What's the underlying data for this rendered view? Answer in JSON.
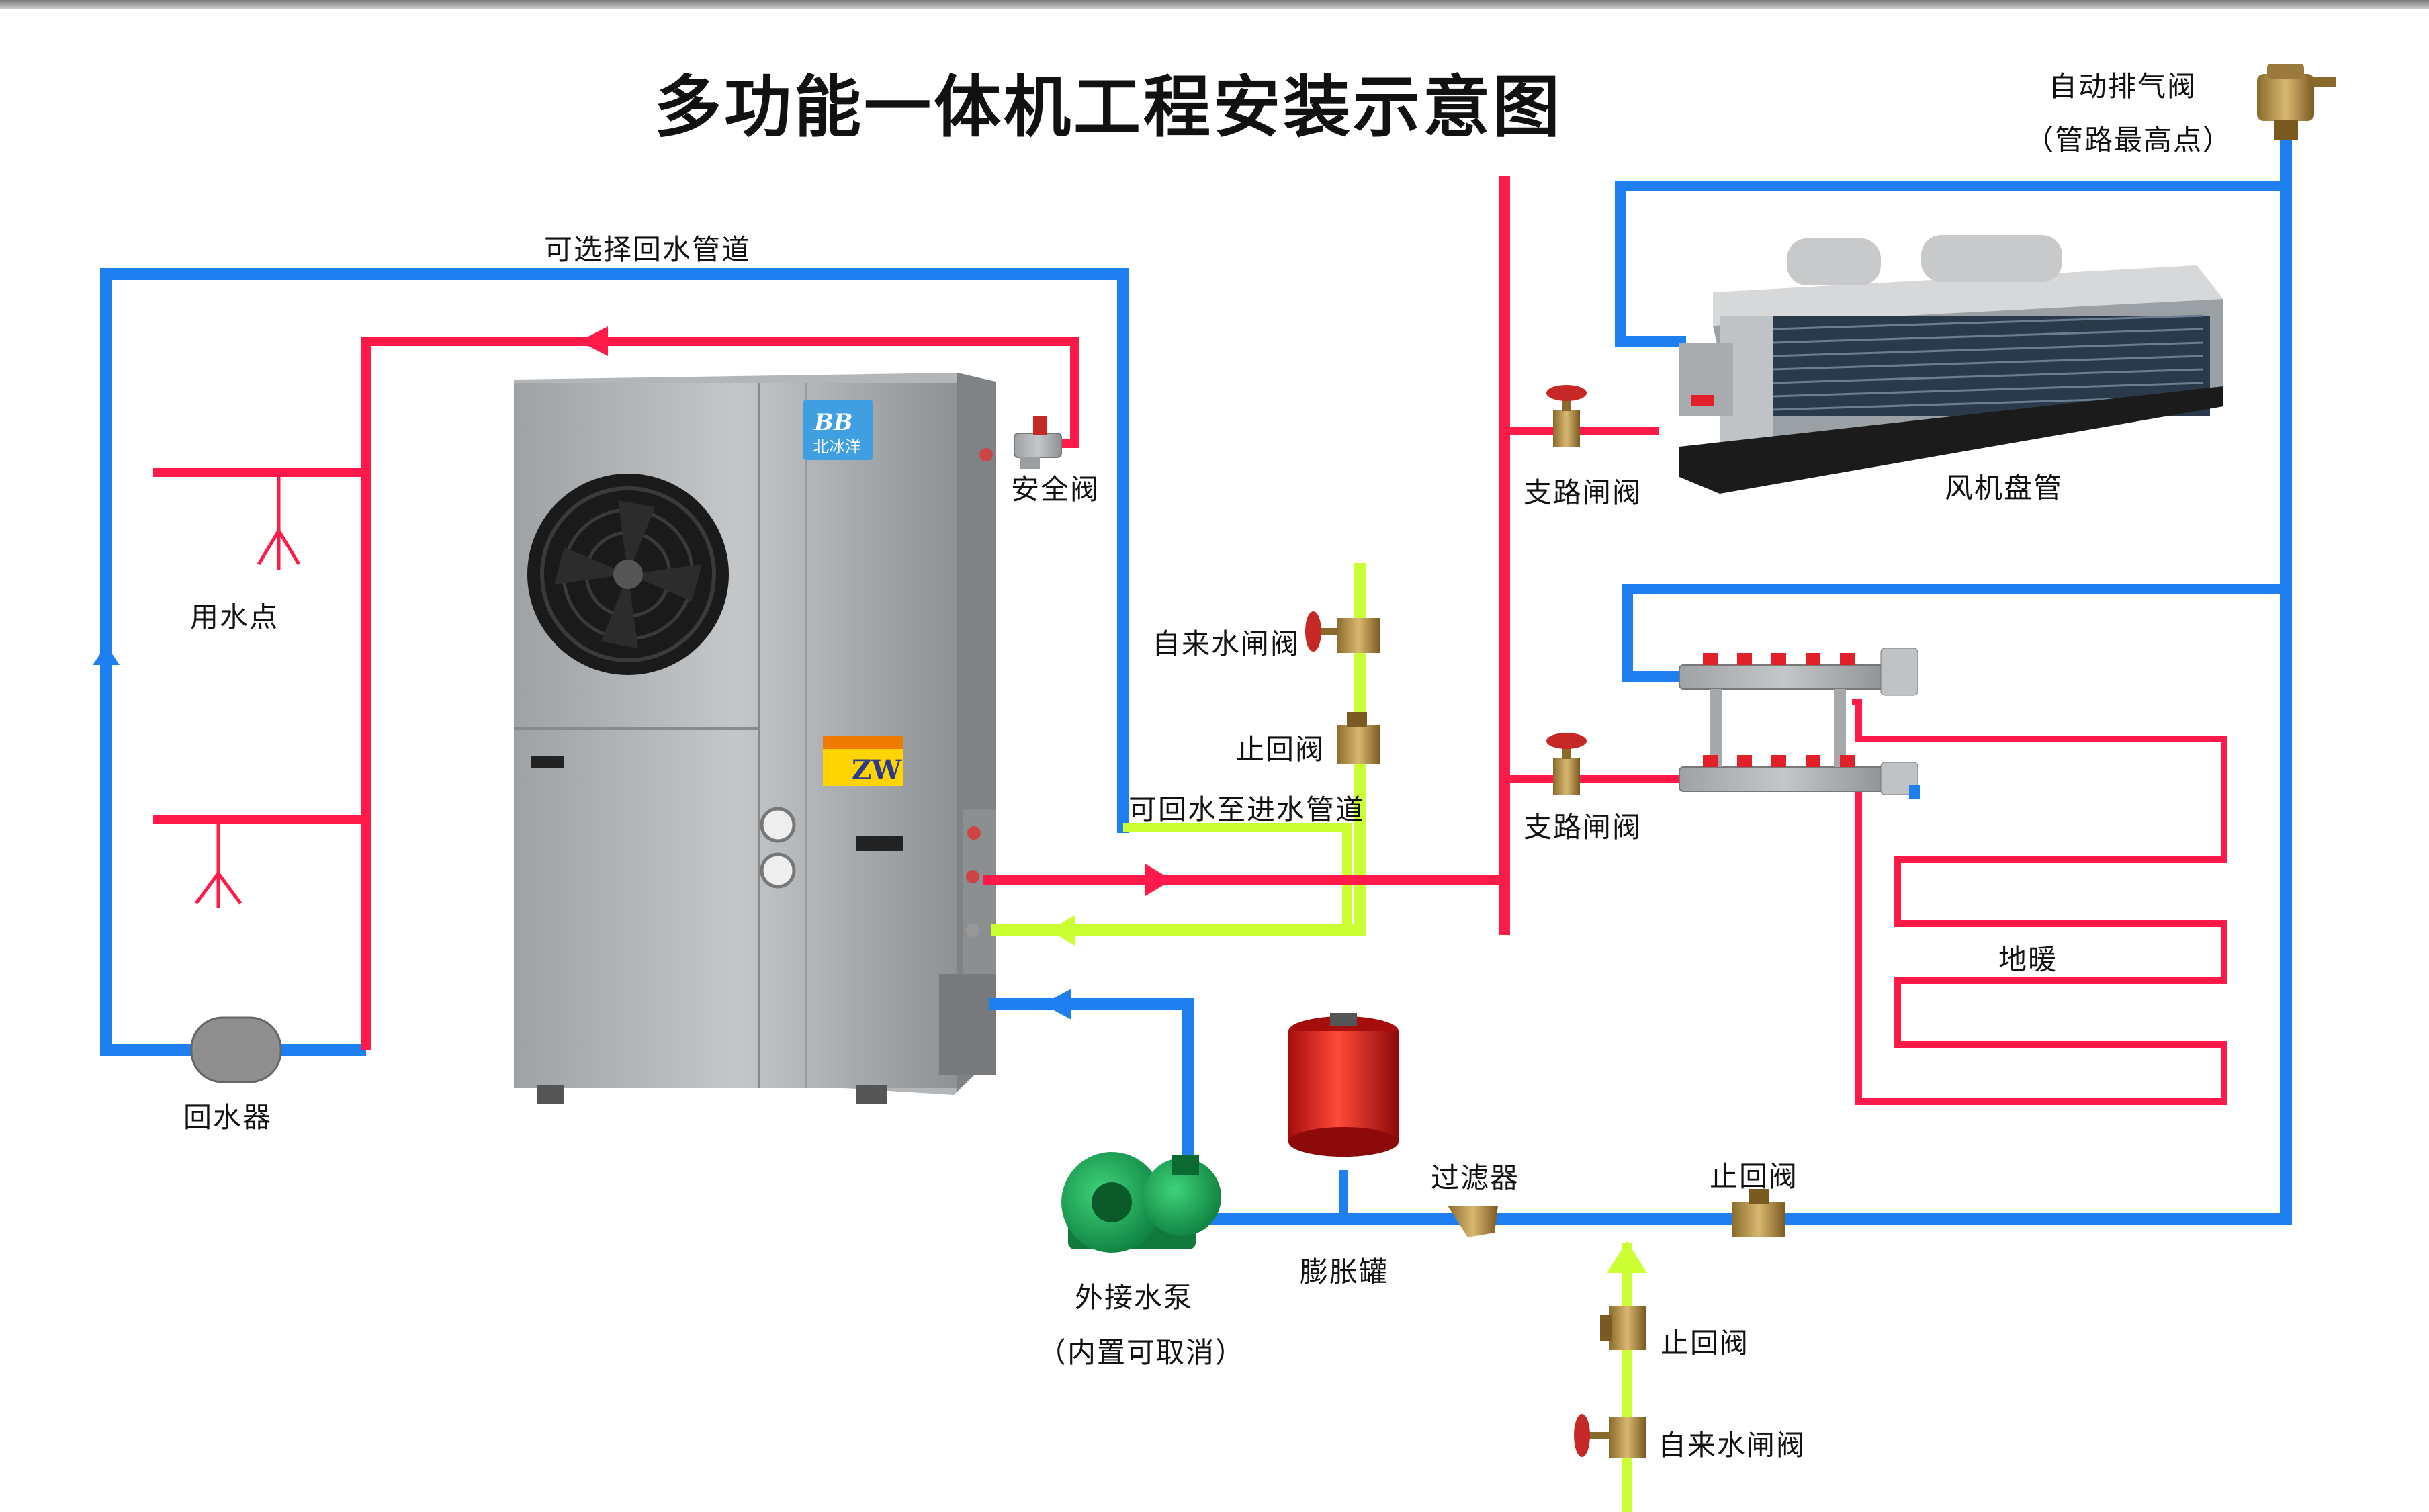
{
  "title": "多功能一体机工程安装示意图",
  "brand": {
    "logo": "BB",
    "name": "北冰洋",
    "badge": "ZW"
  },
  "labels": {
    "air_vent": "自动排气阀",
    "air_vent_note": "（管路最高点）",
    "optional_return": "可选择回水管道",
    "safety_valve": "安全阀",
    "water_point": "用水点",
    "return_device": "回水器",
    "tap_gate_valve": "自来水闸阀",
    "check_valve": "止回阀",
    "return_to_inlet": "可回水至进水管道",
    "branch_valve_1": "支路闸阀",
    "branch_valve_2": "支路闸阀",
    "fan_coil": "风机盘管",
    "floor_heating": "地暖",
    "pump": "外接水泵",
    "pump_note": "（内置可取消）",
    "expansion_tank": "膨胀罐",
    "filter": "过滤器",
    "check_valve_main": "止回阀",
    "check_valve_inlet": "止回阀",
    "tap_gate_valve_inlet": "自来水闸阀"
  },
  "colors": {
    "hot_pipe": "#ff1a4a",
    "cold_pipe": "#1e7ff0",
    "tap_pipe": "#ccff33",
    "unit_body": "#a8abad"
  },
  "icons": [
    "fan-icon",
    "gauge-icon",
    "valve-icon",
    "pump-icon",
    "tank-icon",
    "filter-icon",
    "manifold-icon",
    "air-vent-icon"
  ]
}
